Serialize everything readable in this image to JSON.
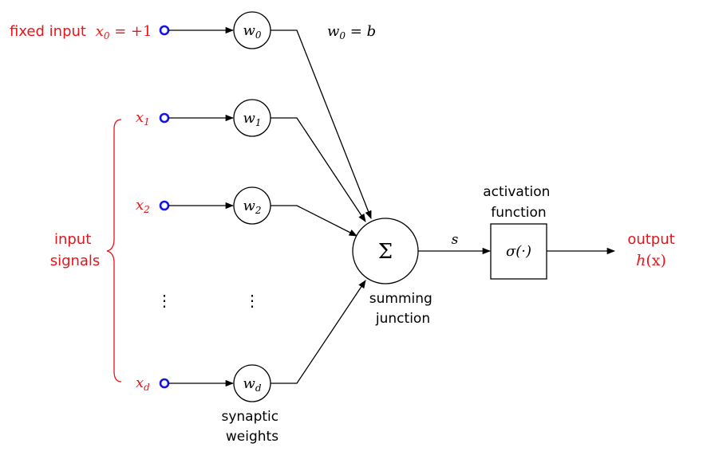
{
  "colors": {
    "signal": "#e8141b",
    "port": "#1414e6",
    "line": "#000000"
  },
  "fixed_input": {
    "label": "fixed input",
    "symbol": "x",
    "subscript": "0",
    "value": " = +1"
  },
  "inputs": [
    {
      "symbol": "x",
      "subscript": "1"
    },
    {
      "symbol": "x",
      "subscript": "2"
    },
    {
      "symbol": "x",
      "subscript": "d"
    }
  ],
  "weights": [
    {
      "symbol": "w",
      "subscript": "0"
    },
    {
      "symbol": "w",
      "subscript": "1"
    },
    {
      "symbol": "w",
      "subscript": "2"
    },
    {
      "symbol": "w",
      "subscript": "d"
    }
  ],
  "bias_note": {
    "symbol": "w",
    "subscript": "0",
    "rest": " = b"
  },
  "input_signals": [
    "input",
    "signals"
  ],
  "ellipsis": "⋮",
  "summing": {
    "symbol": "Σ",
    "caption": [
      "summing",
      "junction"
    ]
  },
  "edge_label": "s",
  "activation": {
    "caption": [
      "activation",
      "function"
    ],
    "symbol": "σ(·)"
  },
  "output": {
    "label": "output",
    "symbol": "h",
    "arg": "(x)"
  },
  "synaptic": [
    "synaptic",
    "weights"
  ]
}
